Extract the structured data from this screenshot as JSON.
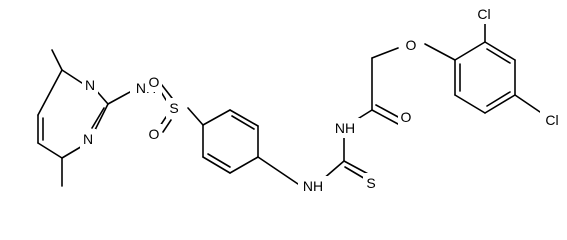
{
  "molecule": {
    "atoms": {
      "pyr_n1": "N",
      "pyr_n2": "N",
      "sulfonamide_nh": "NH",
      "sulfonyl_s": "S",
      "sulfonyl_o_top": "O",
      "sulfonyl_o_bottom": "O",
      "thiourea_nh": "NH",
      "amide_nh": "NH",
      "thio_s": "S",
      "amide_o": "O",
      "ether_o": "O",
      "cl_top": "Cl",
      "cl_right": "Cl"
    }
  }
}
